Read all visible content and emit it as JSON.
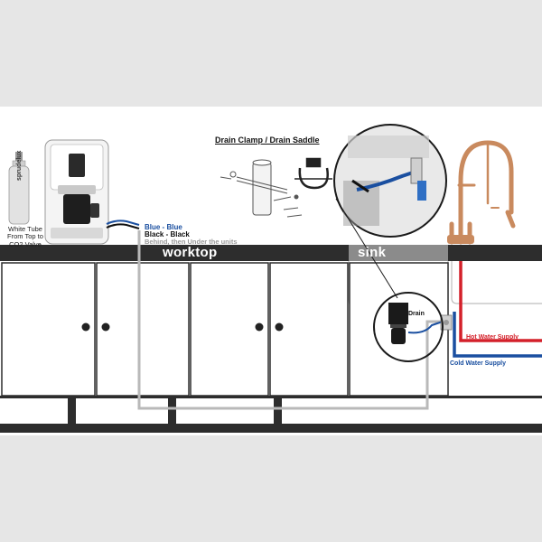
{
  "labels": {
    "worktop": "worktop",
    "sink": "sink",
    "tube_note": "White Tube From Top to CO2 Valve",
    "connection_blue": "Blue - Blue",
    "connection_black": "Black - Black",
    "connection_route": "Behind, then Under the units",
    "clamp_title": "Drain Clamp / Drain Saddle",
    "drain": "Drain",
    "hot_supply": "Hot Water Supply",
    "cold_supply": "Cold Water Supply",
    "brand": "sprudelux"
  },
  "colors": {
    "background": "#ffffff",
    "band": "#e6e6e6",
    "worktop": "#2d2d2d",
    "hot": "#d4202a",
    "cold": "#1a4fa0",
    "route_line": "#b9b9b9",
    "faucet": "#c98a5e"
  },
  "icons": [
    "co2-cylinder-icon",
    "water-dispenser-icon",
    "drain-clamp-icon",
    "drain-saddle-icon",
    "faucet-icon",
    "magnifier-circle-icon",
    "cabinet-knob-icon"
  ]
}
